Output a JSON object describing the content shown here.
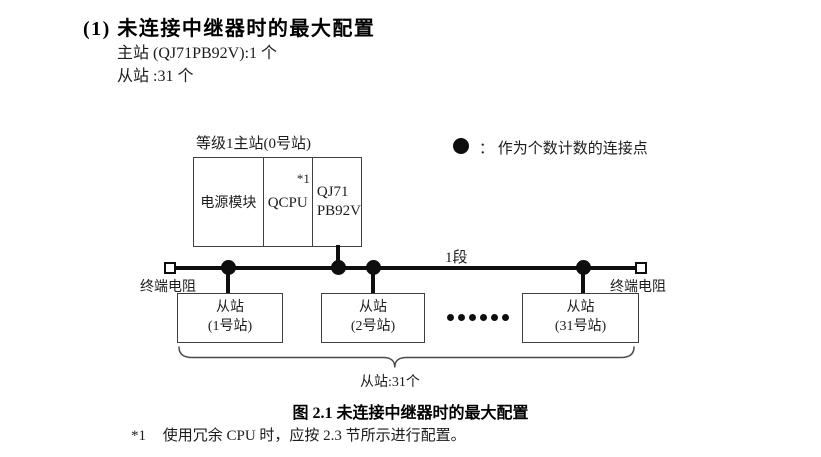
{
  "header": {
    "title": "(1) 未连接中继器时的最大配置",
    "master_line": "主站 (QJ71PB92V):1 个",
    "slave_line": "从站 :31 个"
  },
  "diagram": {
    "master_label": "等级1主站(0号站)",
    "master": {
      "power": "电源模块",
      "cpu": "QCPU",
      "cpu_note": "*1",
      "module_line1": "QJ71",
      "module_line2": "PB92V"
    },
    "legend_text": "： 作为个数计数的连接点",
    "segment_label": "1段",
    "terminator_left_label": "终端电阻",
    "terminator_right_label": "终端电阻",
    "slaves": [
      {
        "line1": "从站",
        "line2": "(1号站)"
      },
      {
        "line1": "从站",
        "line2": "(2号站)"
      },
      {
        "line1": "从站",
        "line2": "(31号站)"
      }
    ],
    "brace_label": "从站:31个"
  },
  "caption": "图 2.1 未连接中继器时的最大配置",
  "footnote": {
    "marker": "*1",
    "text": "使用冗余 CPU 时，应按 2.3 节所示进行配置。"
  },
  "colors": {
    "background": "#ffffff",
    "text": "#1c1c1c",
    "line": "#0e0e0e",
    "box_border": "#3f3f3f"
  }
}
